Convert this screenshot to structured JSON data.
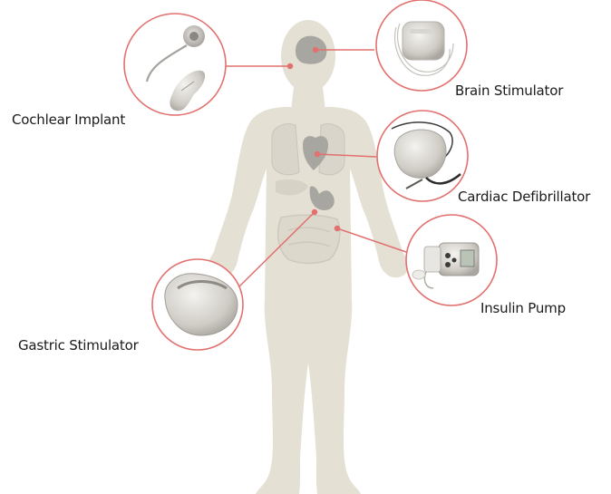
{
  "labels": {
    "cochlear": "Cochlear Implant",
    "brain": "Brain Stimulator",
    "cardiac": "Cardiac Defibrillator",
    "insulin": "Insulin Pump",
    "gastric": "Gastric Stimulator"
  },
  "colors": {
    "body": "#e4e0d3",
    "organ": "#b5b3ad",
    "accent": "#e2706f",
    "device_metal": "#d3d0ca"
  }
}
